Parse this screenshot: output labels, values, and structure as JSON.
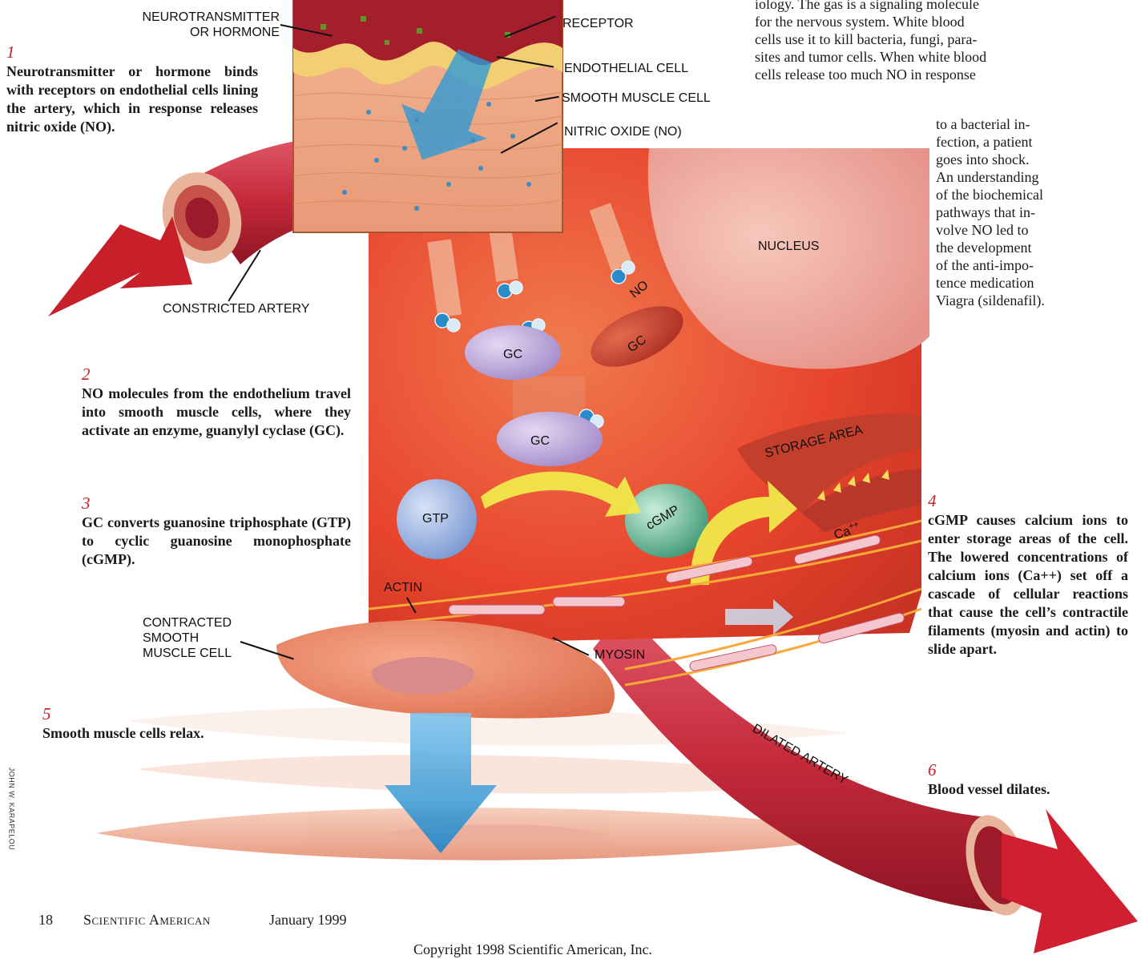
{
  "labels": {
    "neurotransmitter": "NEUROTRANSMITTER\nOR HORMONE",
    "receptor": "RECEPTOR",
    "endothelial": "ENDOTHELIAL CELL",
    "smooth_muscle": "SMOOTH MUSCLE CELL",
    "nitric_oxide": "NITRIC OXIDE (NO)",
    "constricted": "CONSTRICTED ARTERY",
    "nucleus": "NUCLEUS",
    "no": "NO",
    "gc1": "GC",
    "gc2": "GC",
    "gc3": "GC",
    "gtp": "GTP",
    "cgmp": "cGMP",
    "storage": "STORAGE AREA",
    "ca": "Ca",
    "ca_sup": "++",
    "actin": "ACTIN",
    "myosin": "MYOSIN",
    "contracted": "CONTRACTED\nSMOOTH\nMUSCLE CELL",
    "dilated": "DILATED ARTERY",
    "credit": "JOHN W. KARAPELOU"
  },
  "steps": [
    {
      "num": "1",
      "text": "Neurotransmitter or hormone binds with receptors on endothelial cells lining the artery, which in response releases nitric oxide (NO)."
    },
    {
      "num": "2",
      "text": "NO molecules from the endothelium travel into smooth muscle cells, where they activate an enzyme, guanylyl cyclase (GC)."
    },
    {
      "num": "3",
      "text": "GC converts guanosine triphosphate (GTP) to cyclic guanosine monophosphate (cGMP)."
    },
    {
      "num": "4",
      "text": "cGMP causes calcium ions to enter storage areas of the cell. The lowered concentrations of calcium ions (Ca++) set off a cascade of cellular reactions that cause the cell’s contractile filaments (myosin and actin) to slide apart."
    },
    {
      "num": "5",
      "text": "Smooth muscle cells relax."
    },
    {
      "num": "6",
      "text": "Blood vessel dilates."
    }
  ],
  "article": {
    "lines_top": [
      "iology. The gas is a signaling molecule",
      "for the nervous system. White blood",
      "cells use it to kill bacteria, fungi, para-",
      "sites and tumor cells. When white blood",
      "cells release too much NO in response"
    ],
    "lines_narrow": [
      "to a bacterial in-",
      "fection, a patient",
      "goes into shock.",
      "An understanding",
      "of the biochemical",
      "pathways that in-",
      "volve NO led to",
      "the development",
      "of the anti-impo-",
      "tence medication",
      "Viagra (sildenafil)."
    ]
  },
  "footer": {
    "page": "18",
    "magazine": "Scientific American",
    "date": "January 1999",
    "copyright": "Copyright 1998 Scientific American, Inc."
  },
  "colors": {
    "artery": "#c42a3a",
    "cell_bg": "#e8452d",
    "gc": "#b7a0d6",
    "gtp": "#8aa6d8",
    "cgmp": "#4fae8a",
    "arrow_blue": "#2e9ad6",
    "arrow_yellow": "#f2ea3a",
    "step_red": "#c8202b"
  }
}
